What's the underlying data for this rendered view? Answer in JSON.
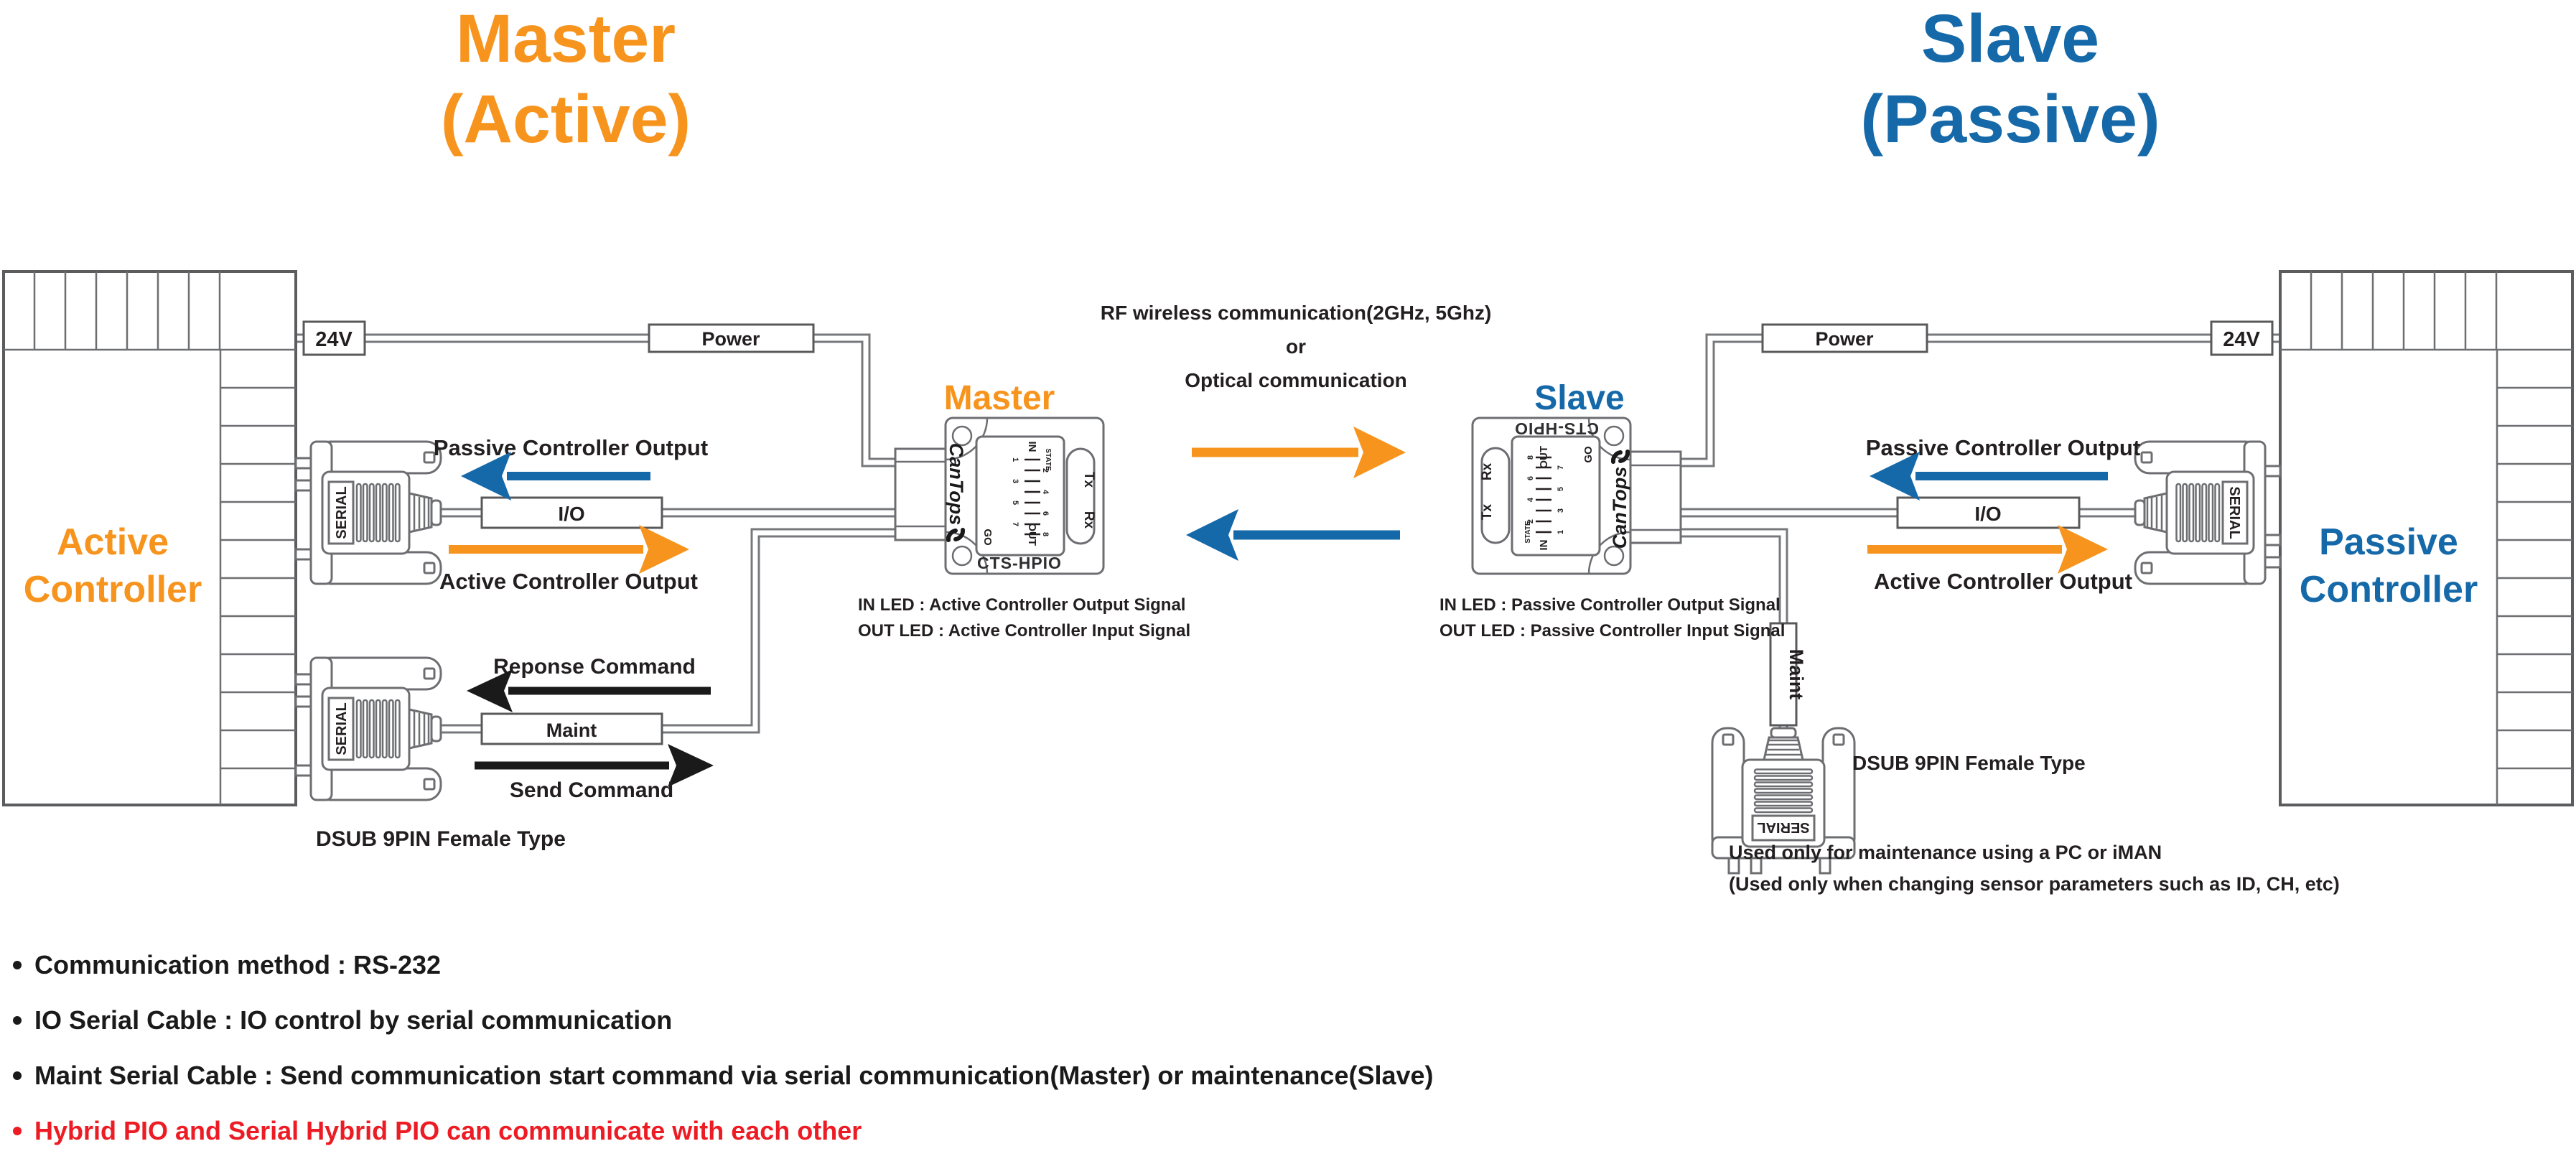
{
  "titles": {
    "master": "Master",
    "master_sub": "(Active)",
    "slave": "Slave",
    "slave_sub": "(Passive)"
  },
  "controllers": {
    "active_line1": "Active",
    "active_line2": "Controller",
    "passive_line1": "Passive",
    "passive_line2": "Controller"
  },
  "labels": {
    "v24": "24V",
    "power": "Power",
    "io": "I/O",
    "maint": "Maint",
    "serial": "SERIAL",
    "master_device": "Master",
    "slave_device": "Slave",
    "cts": "CTS-HPIO",
    "cantops": "CanTops",
    "tx": "Tx",
    "rx": "Rx",
    "in": "IN",
    "out": "OUT",
    "go": "GO",
    "state": "STATE",
    "dsub_left": "DSUB 9PIN Female Type",
    "dsub_right": "DSUB 9PIN Female Type"
  },
  "rf": {
    "line1": "RF wireless communication(2GHz, 5Ghz)",
    "line2": "or",
    "line3": "Optical communication"
  },
  "arrows": {
    "passive_out_left": "Passive Controller Output",
    "active_out_left": "Active Controller Output",
    "passive_out_right": "Passive Controller Output",
    "active_out_right": "Active Controller Output",
    "reponse": "Reponse Command",
    "send": "Send Command"
  },
  "led_notes": {
    "master_in": "IN LED : Active Controller Output Signal",
    "master_out": "OUT LED : Active Controller Input Signal",
    "slave_in": "IN LED : Passive Controller Output Signal",
    "slave_out": "OUT LED : Passive Controller Input Signal"
  },
  "maint_note": {
    "line1": "Used only for maintenance using a PC or iMAN",
    "line2": "(Used only when changing sensor parameters such as ID, CH, etc)"
  },
  "bullets": [
    {
      "text": "Communication method : RS-232",
      "color": "#1a1a1a"
    },
    {
      "text": "IO Serial Cable : IO control by serial communication",
      "color": "#1a1a1a"
    },
    {
      "text": "Maint Serial Cable : Send communication start command via serial communication(Master) or maintenance(Slave)",
      "color": "#1a1a1a"
    },
    {
      "text": "Hybrid PIO and Serial Hybrid PIO can communicate with each other",
      "color": "#ED1C24"
    }
  ],
  "ticks": [
    "1",
    "2",
    "3",
    "4",
    "5",
    "6",
    "7",
    "8"
  ],
  "colors": {
    "orange": "#F7941E",
    "blue": "#1569A9",
    "red": "#ED1C24",
    "line_gray": "#6D6E71",
    "cable_gray": "#77787B",
    "box_border": "#58595B",
    "text": "#231F20"
  }
}
